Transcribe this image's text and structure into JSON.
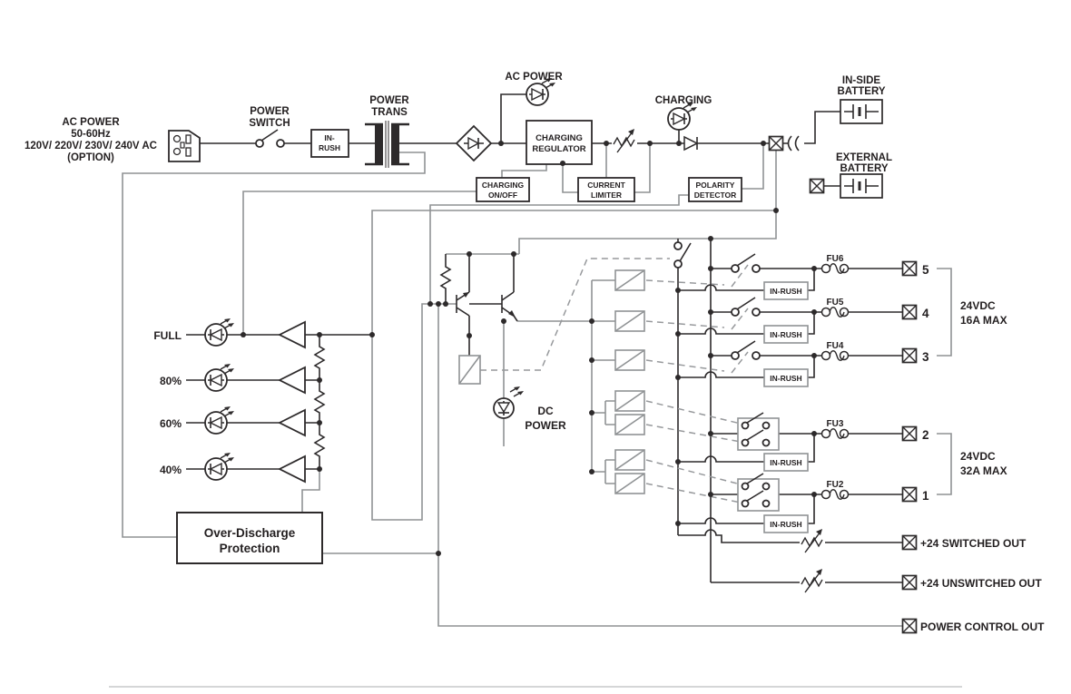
{
  "labels": {
    "ac_input": [
      "AC POWER",
      "50-60Hz",
      "120V/ 220V/ 230V/ 240V AC",
      "(OPTION)"
    ],
    "power_switch": [
      "POWER",
      "SWITCH"
    ],
    "inrush_top": [
      "IN-",
      "RUSH"
    ],
    "power_trans": [
      "POWER",
      "TRANS"
    ],
    "ac_power_led": "AC POWER",
    "charging_regulator": [
      "CHARGING",
      "REGULATOR"
    ],
    "charging_on_off": [
      "CHARGING",
      "ON/OFF"
    ],
    "current_limiter": [
      "CURRENT",
      "LIMITER"
    ],
    "polarity_detector": [
      "POLARITY",
      "DETECTOR"
    ],
    "charging_led": "CHARGING",
    "inside_battery": [
      "IN-SIDE",
      "BATTERY"
    ],
    "external_battery": [
      "EXTERNAL",
      "BATTERY"
    ],
    "levels": [
      "FULL",
      "80%",
      "60%",
      "40%"
    ],
    "over_discharge": [
      "Over-Discharge",
      "Protection"
    ],
    "dc_power": [
      "DC",
      "POWER"
    ],
    "inrush": "IN-RUSH",
    "fuses": [
      "FU6",
      "FU5",
      "FU4",
      "FU3",
      "FU2"
    ],
    "outputs": [
      "5",
      "4",
      "3",
      "2",
      "1"
    ],
    "group_16a": [
      "24VDC",
      "16A MAX"
    ],
    "group_32a": [
      "24VDC",
      "32A MAX"
    ],
    "switched_out": "+24 SWITCHED OUT",
    "unswitched_out": "+24 UNSWITCHED OUT",
    "power_control_out": "POWER CONTROL OUT"
  },
  "colors": {
    "wire_dark": "#2d2a2b",
    "wire_gray": "#8f9294",
    "text": "#231f20",
    "background": "#ffffff"
  }
}
